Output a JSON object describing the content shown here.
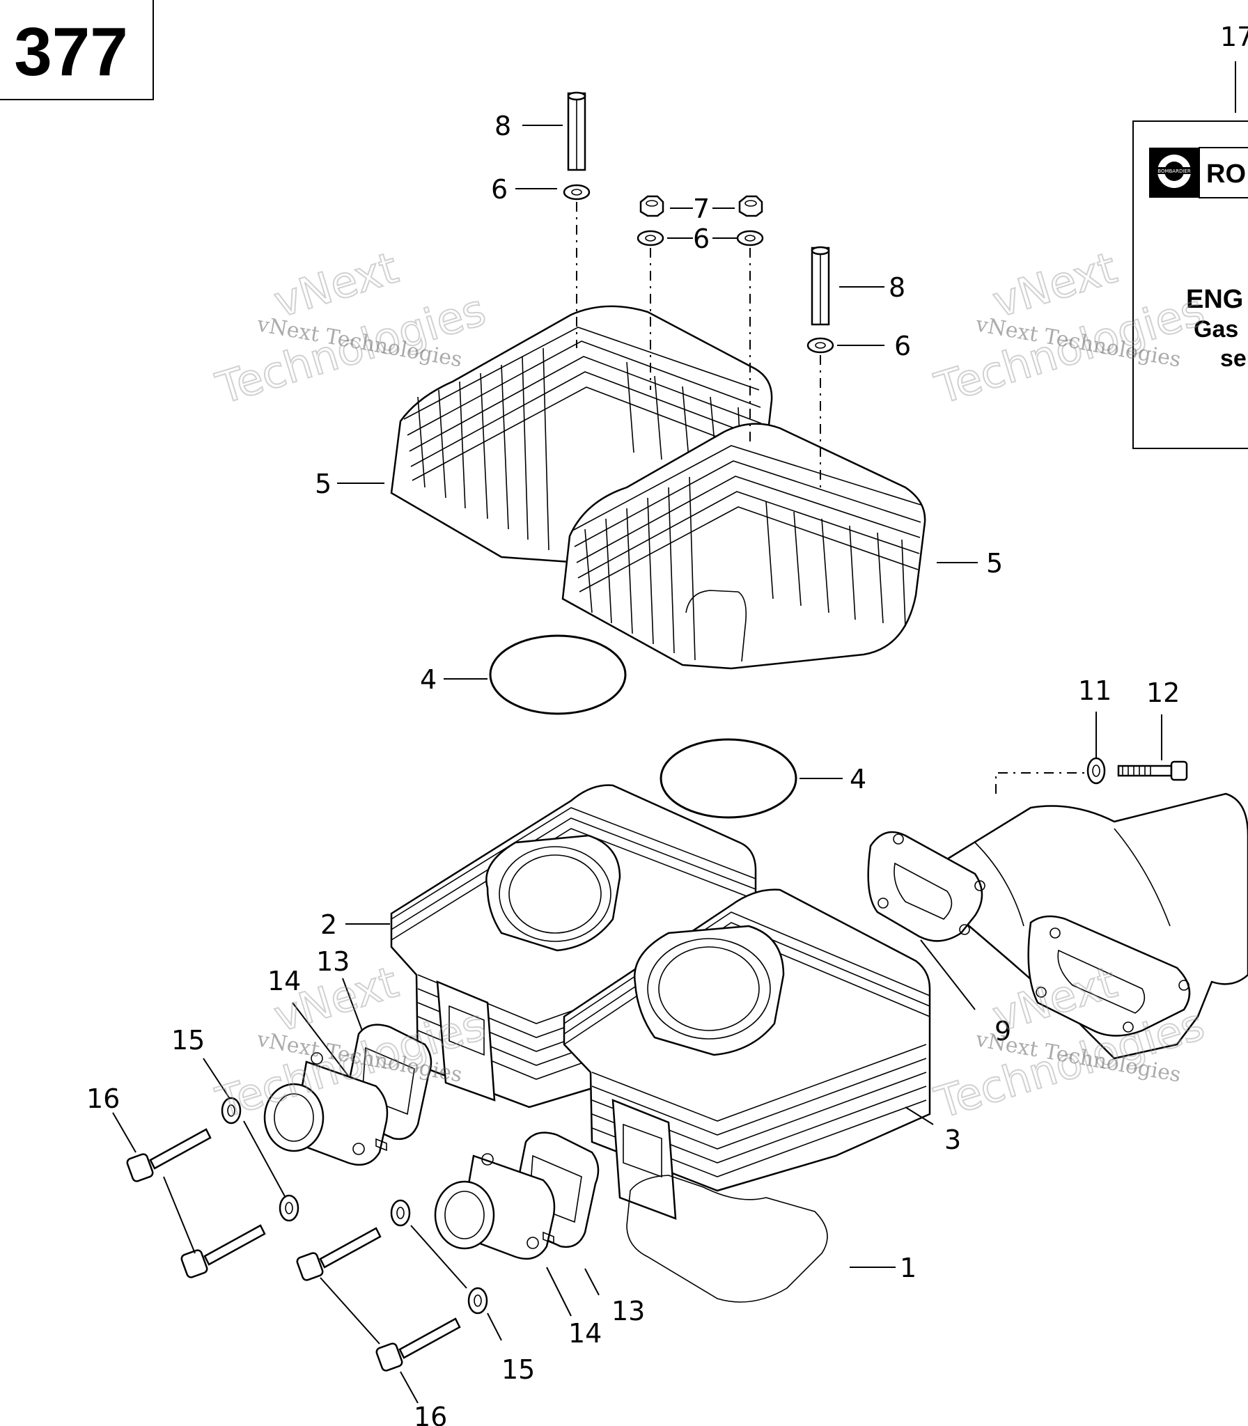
{
  "page_number": "377",
  "card": {
    "top_callout": "17",
    "logo_label": "BOMBARDIER",
    "brand_text": "RO",
    "line1": "ENG",
    "line2": "Gas",
    "line3": "se"
  },
  "watermark": {
    "small_text": "vNext Technologies",
    "large_line1": "vNext",
    "large_line2": "Technologies"
  },
  "callouts": {
    "c1": "1",
    "c2": "2",
    "c3": "3",
    "c4a": "4",
    "c4b": "4",
    "c5a": "5",
    "c5b": "5",
    "c6a": "6",
    "c6b": "6",
    "c6c": "6",
    "c7": "7",
    "c8a": "8",
    "c8b": "8",
    "c9": "9",
    "c11": "11",
    "c12": "12",
    "c13a": "13",
    "c13b": "13",
    "c14a": "14",
    "c14b": "14",
    "c15a": "15",
    "c15b": "15",
    "c16a": "16",
    "c16b": "16"
  }
}
